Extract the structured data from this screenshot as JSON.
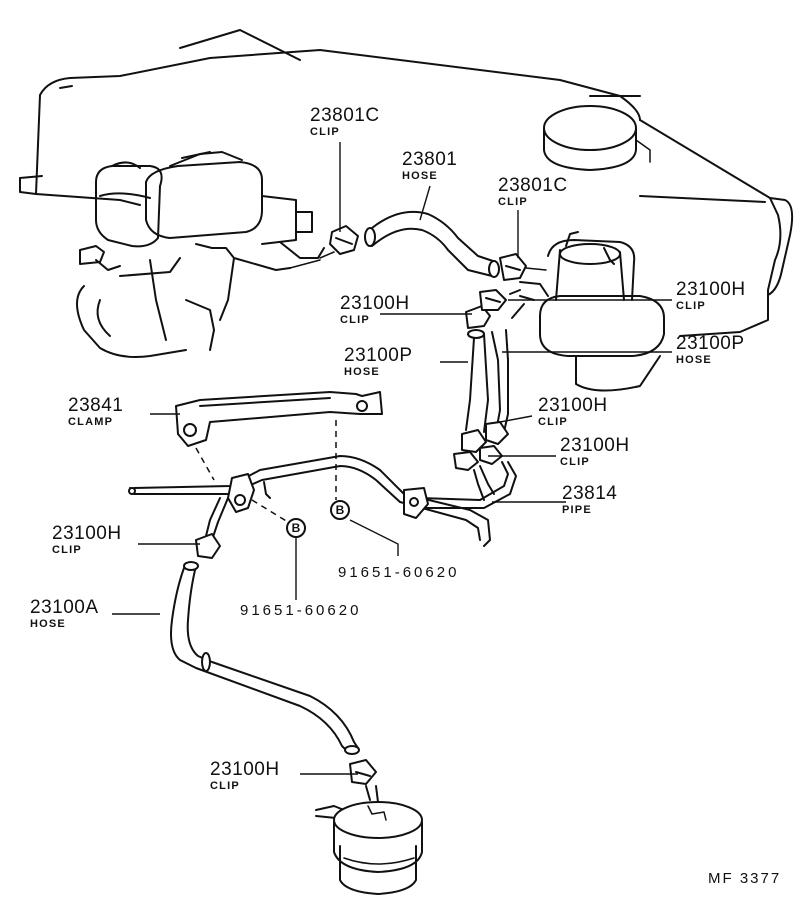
{
  "diagram": {
    "callouts": [
      {
        "part": "23801C",
        "name": "CLIP"
      },
      {
        "part": "23801",
        "name": "HOSE"
      },
      {
        "part": "23801C",
        "name": "CLIP"
      },
      {
        "part": "23100H",
        "name": "CLIP"
      },
      {
        "part": "23100H",
        "name": "CLIP"
      },
      {
        "part": "23100P",
        "name": "HOSE"
      },
      {
        "part": "23100P",
        "name": "HOSE"
      },
      {
        "part": "23841",
        "name": "CLAMP"
      },
      {
        "part": "23100H",
        "name": "CLIP"
      },
      {
        "part": "23100H",
        "name": "CLIP"
      },
      {
        "part": "23814",
        "name": "PIPE"
      },
      {
        "part": "23100H",
        "name": "CLIP"
      },
      {
        "part": "23100A",
        "name": "HOSE"
      },
      {
        "part": "23100H",
        "name": "CLIP"
      }
    ],
    "bolt_refs": [
      {
        "part": "91651-60620",
        "mark": "B"
      },
      {
        "part": "91651-60620",
        "mark": "B"
      }
    ],
    "figure_code": "MF  3377"
  }
}
